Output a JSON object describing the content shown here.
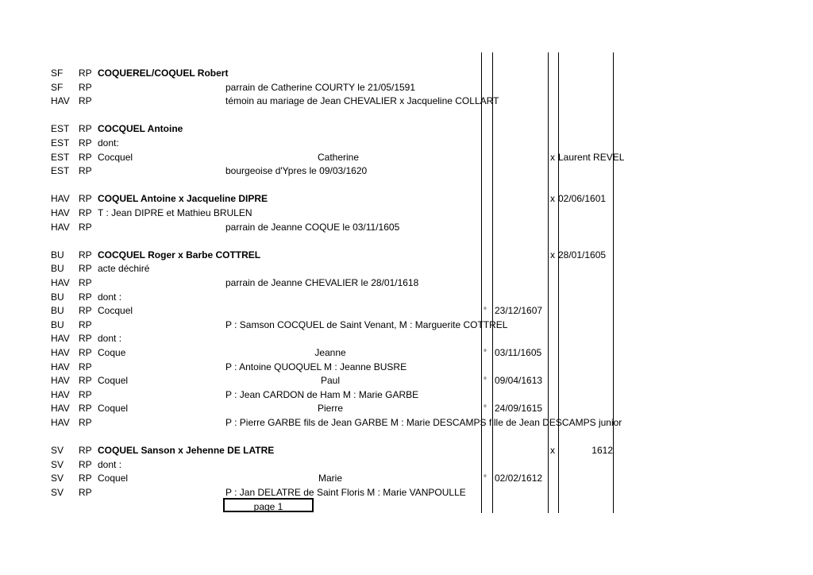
{
  "rows": [
    {
      "place": "SF",
      "rp": "RP",
      "name": "COQUEREL/COQUEL Robert",
      "bold": true
    },
    {
      "place": "SF",
      "rp": "RP",
      "text": "parrain de Catherine COURTY le 21/05/1591"
    },
    {
      "place": "HAV",
      "rp": "RP",
      "text": "témoin au mariage de Jean CHEVALIER x Jacqueline COLLART"
    },
    {
      "blank": true
    },
    {
      "place": "EST",
      "rp": "RP",
      "name": "COCQUEL Antoine",
      "bold": true
    },
    {
      "place": "EST",
      "rp": "RP",
      "name": "dont:"
    },
    {
      "place": "EST",
      "rp": "RP",
      "name": "Cocquel",
      "first": "Catherine",
      "sym2": "x",
      "val2": "Laurent REVEL"
    },
    {
      "place": "EST",
      "rp": "RP",
      "text": "bourgeoise d'Ypres le 09/03/1620"
    },
    {
      "blank": true
    },
    {
      "place": "HAV",
      "rp": "RP",
      "name": "COQUEL Antoine x Jacqueline DIPRE",
      "bold": true,
      "sym2": "x",
      "val2": "02/06/1601"
    },
    {
      "place": "HAV",
      "rp": "RP",
      "name": "T : Jean DIPRE et Mathieu BRULEN"
    },
    {
      "place": "HAV",
      "rp": "RP",
      "text": "parrain de Jeanne COQUE le 03/11/1605"
    },
    {
      "blank": true
    },
    {
      "place": "BU",
      "rp": "RP",
      "name": "COCQUEL Roger x Barbe COTTREL",
      "bold": true,
      "sym2": "x",
      "val2": "28/01/1605"
    },
    {
      "place": "BU",
      "rp": "RP",
      "name": "acte déchiré"
    },
    {
      "place": "HAV",
      "rp": "RP",
      "text": "parrain de Jeanne CHEVALIER le 28/01/1618"
    },
    {
      "place": "BU",
      "rp": "RP",
      "name": "dont :"
    },
    {
      "place": "BU",
      "rp": "RP",
      "name": "Cocquel",
      "sym1": "°",
      "date1": "23/12/1607"
    },
    {
      "place": "BU",
      "rp": "RP",
      "text": "P : Samson COCQUEL de Saint Venant, M : Marguerite COTTREL"
    },
    {
      "place": "HAV",
      "rp": "RP",
      "name": "dont :"
    },
    {
      "place": "HAV",
      "rp": "RP",
      "name": "Coque",
      "first": "Jeanne",
      "sym1": "°",
      "date1": "03/11/1605"
    },
    {
      "place": "HAV",
      "rp": "RP",
      "text": "P : Antoine QUOQUEL M : Jeanne BUSRE"
    },
    {
      "place": "HAV",
      "rp": "RP",
      "name": "Coquel",
      "first": "Paul",
      "sym1": "°",
      "date1": "09/04/1613"
    },
    {
      "place": "HAV",
      "rp": "RP",
      "text": "P : Jean CARDON de Ham M : Marie GARBE"
    },
    {
      "place": "HAV",
      "rp": "RP",
      "name": "Coquel",
      "first": "Pierre",
      "sym1": "°",
      "date1": "24/09/1615"
    },
    {
      "place": "HAV",
      "rp": "RP",
      "text": "P : Pierre GARBE fils de Jean GARBE M : Marie DESCAMPS fille de Jean DESCAMPS junior"
    },
    {
      "blank": true
    },
    {
      "place": "SV",
      "rp": "RP",
      "name": "COQUEL Sanson x Jehenne DE LATRE",
      "bold": true,
      "sym2": "x",
      "val2r": "1612"
    },
    {
      "place": "SV",
      "rp": "RP",
      "name": "dont :"
    },
    {
      "place": "SV",
      "rp": "RP",
      "name": "Coquel",
      "first": "Marie",
      "sym1": "°",
      "date1": "02/02/1612"
    },
    {
      "place": "SV",
      "rp": "RP",
      "text": "P : Jan DELATRE de Saint Floris M : Marie VANPOULLE"
    }
  ],
  "page_label": "page 1"
}
